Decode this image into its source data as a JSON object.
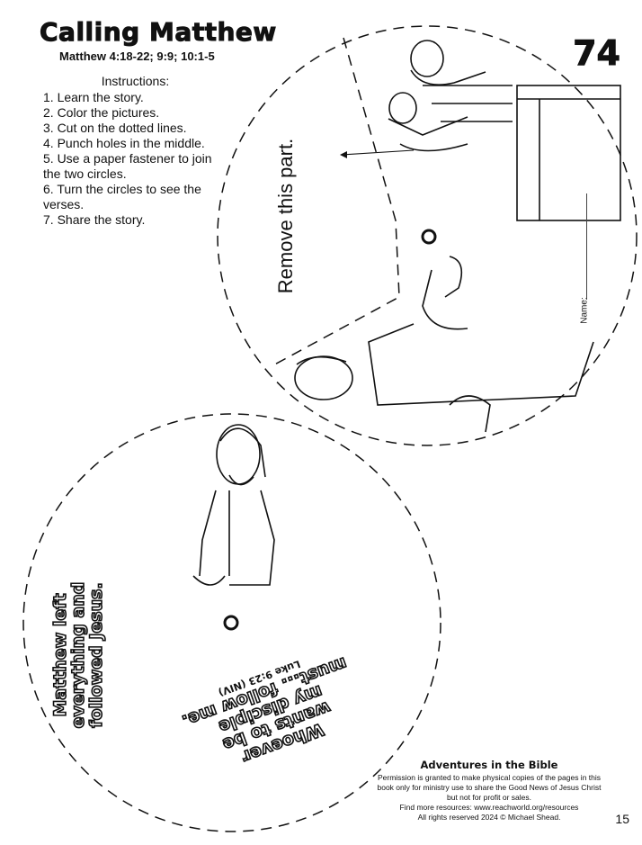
{
  "header": {
    "title": "Calling Matthew",
    "reference": "Matthew 4:18-22; 9:9; 10:1-5",
    "lesson_number": "74"
  },
  "instructions": {
    "heading": "Instructions:",
    "steps": [
      "1. Learn the story.",
      "2. Color the pictures.",
      "3. Cut on the dotted lines.",
      "4. Punch holes in the middle.",
      "5. Use a paper fastener to join the two circles.",
      "6. Turn the circles to see the verses.",
      "7. Share the story."
    ]
  },
  "top_wheel": {
    "remove_label": "Remove this part.",
    "name_label": "Name:"
  },
  "bottom_wheel": {
    "left_verse": [
      "Matthew left",
      "everything and",
      "followed Jesus."
    ],
    "right_verse": [
      "Whoever",
      "wants to be",
      "my disciple",
      "must... follow me."
    ],
    "right_citation": "Luke 9:23 (NIV)"
  },
  "footer": {
    "brand": "Adventures in the Bible",
    "permission": "Permission is granted to make physical copies of the pages in this book only for ministry use to share the Good News of Jesus Christ but not for profit or sales.",
    "resources": "Find more resources: www.reachworld.org/resources",
    "rights": "All rights reserved 2024 © Michael Shead."
  },
  "page_number": "15"
}
